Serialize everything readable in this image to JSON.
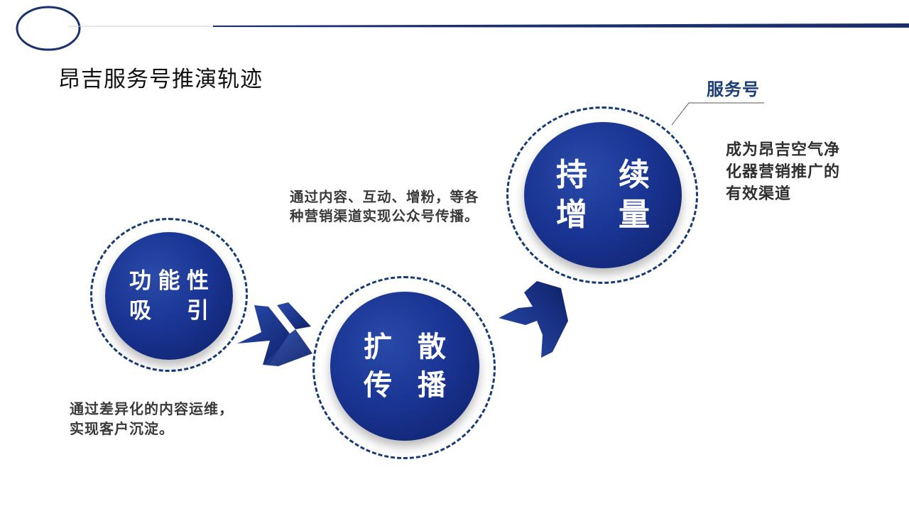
{
  "title": "昂吉服务号推演轨迹",
  "service_label": "服务号",
  "steps": [
    {
      "line1": [
        "功",
        "能",
        "性"
      ],
      "line2": [
        "吸",
        "引"
      ]
    },
    {
      "line1": [
        "扩",
        "散"
      ],
      "line2": [
        "传",
        "播"
      ]
    },
    {
      "line1": [
        "持",
        "续"
      ],
      "line2": [
        "增",
        "量"
      ]
    }
  ],
  "descriptions": {
    "step1": "通过差异化的内容运维，实现客户沉淀。",
    "step2": "通过内容、互动、增粉，等各种营销渠道实现公众号传播。",
    "step3": "成为昂吉空气净化器营销推广的有效渠道"
  },
  "colors": {
    "primary": "#1a3594",
    "dark": "#0d1f66",
    "text": "#3a3a3a"
  },
  "icons": [
    "oval-logo-icon",
    "chevron-right-icon",
    "chevron-up-right-icon"
  ]
}
